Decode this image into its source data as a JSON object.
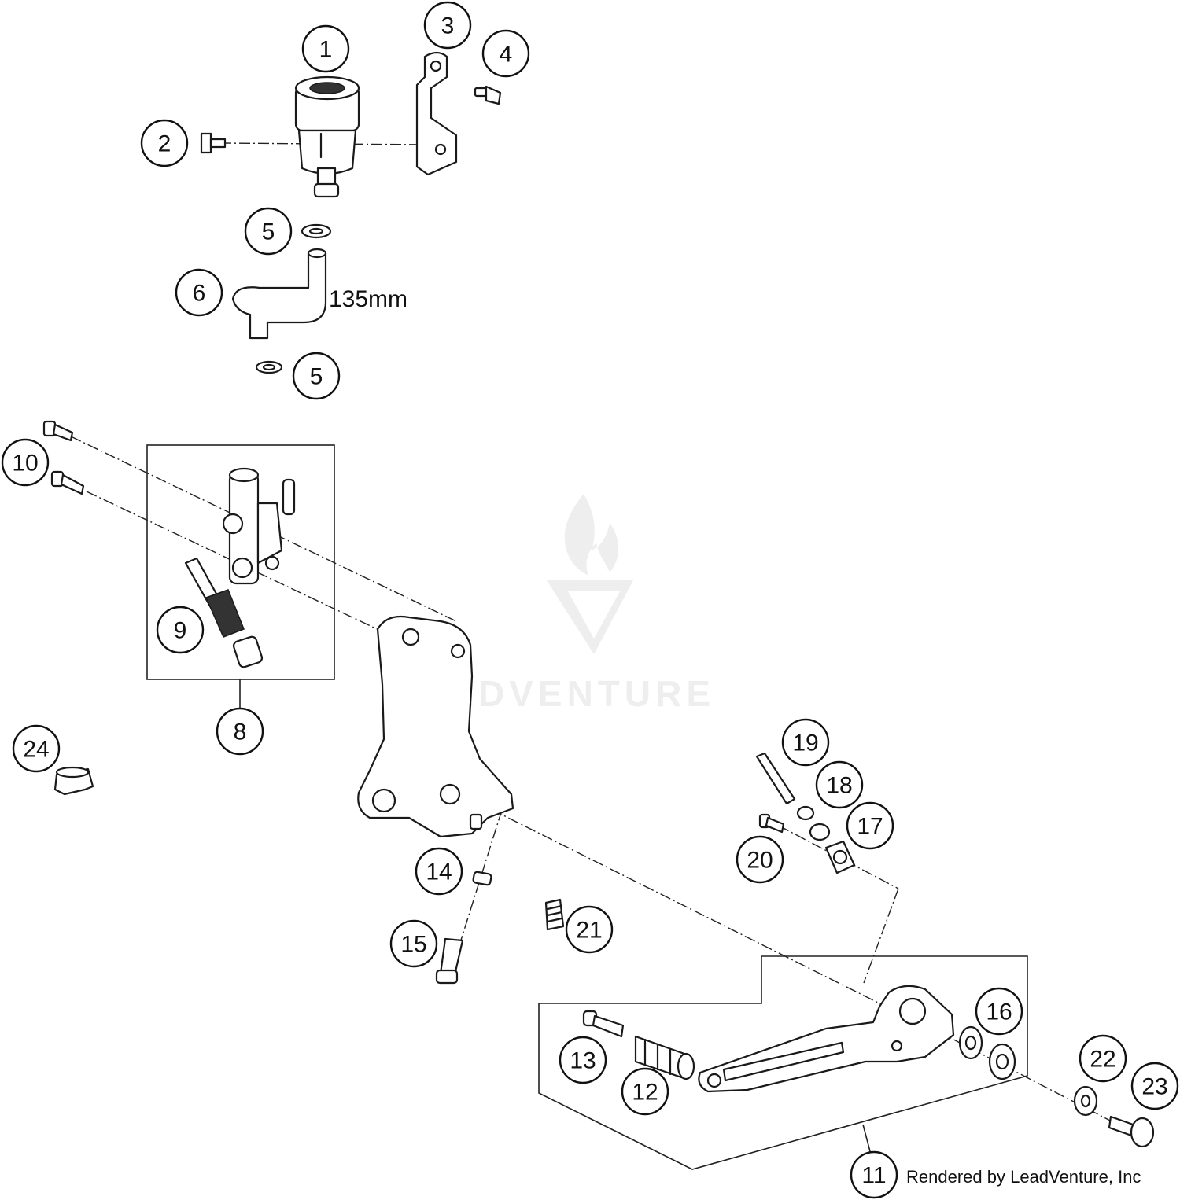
{
  "callouts": [
    {
      "label": "1"
    },
    {
      "label": "2"
    },
    {
      "label": "3"
    },
    {
      "label": "4"
    },
    {
      "label": "5"
    },
    {
      "label": "6"
    },
    {
      "label": "5"
    },
    {
      "label": "10"
    },
    {
      "label": "9"
    },
    {
      "label": "8"
    },
    {
      "label": "24"
    },
    {
      "label": "19"
    },
    {
      "label": "18"
    },
    {
      "label": "17"
    },
    {
      "label": "20"
    },
    {
      "label": "14"
    },
    {
      "label": "15"
    },
    {
      "label": "21"
    },
    {
      "label": "16"
    },
    {
      "label": "13"
    },
    {
      "label": "12"
    },
    {
      "label": "22"
    },
    {
      "label": "23"
    },
    {
      "label": "11"
    }
  ],
  "annotations": {
    "hose_length": "135mm"
  },
  "watermark": {
    "text": "LEADVENTURE"
  },
  "credit": "Rendered by LeadVenture, Inc"
}
